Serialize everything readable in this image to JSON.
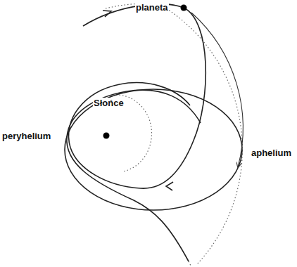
{
  "diagram": {
    "labels": [
      "planeta",
      "Słońce",
      "peryhelium",
      "aphelium"
    ]
  }
}
